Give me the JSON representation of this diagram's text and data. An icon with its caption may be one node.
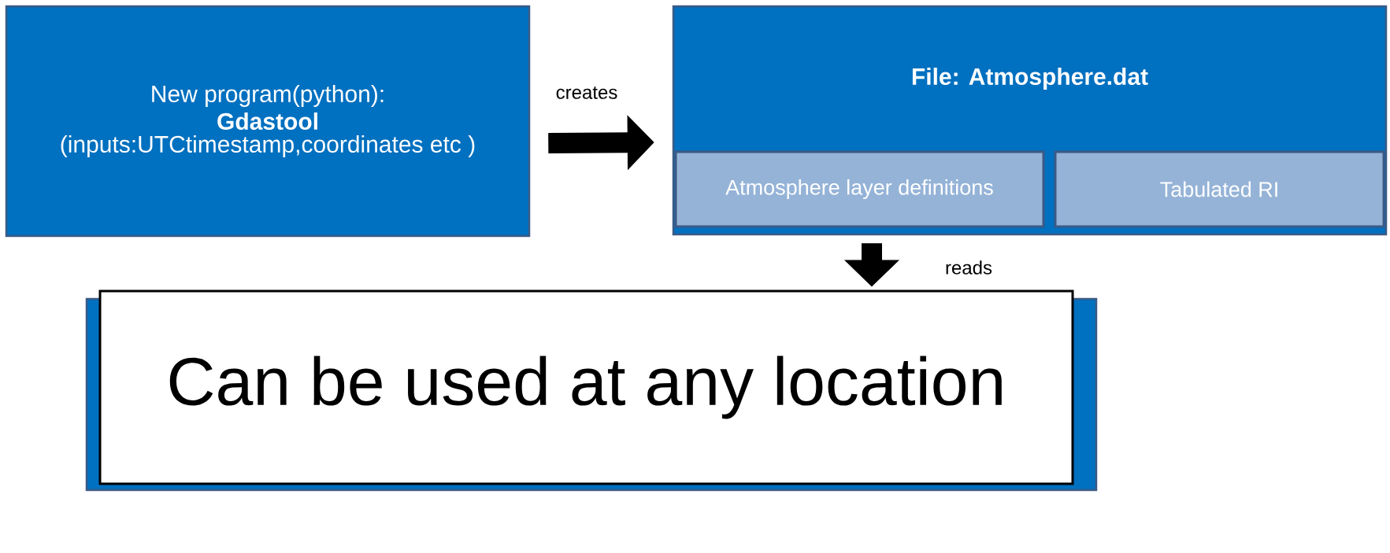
{
  "diagram": {
    "nodes": [
      {
        "text": [
          "New program(python):",
          "Gdastool",
          "(inputs:UTCtimestamp,coordinates etc )"
        ]
      },
      {
        "text": [
          "File: Atmosphere.dat"
        ]
      },
      {
        "text": [
          "Atmosphere layer definitions"
        ],
        "in": 1
      },
      {
        "text": [
          "Tabulated RI"
        ],
        "in": 1
      },
      {
        "text": [],
        "shape": "box"
      },
      {
        "text": [
          "Can be used at any location"
        ]
      }
    ],
    "edges": [
      {
        "from": 0,
        "to": 1,
        "arrow": "to",
        "label": "creates"
      },
      {
        "from": 1,
        "to": 5,
        "arrow": "to",
        "label": "reads"
      }
    ]
  }
}
